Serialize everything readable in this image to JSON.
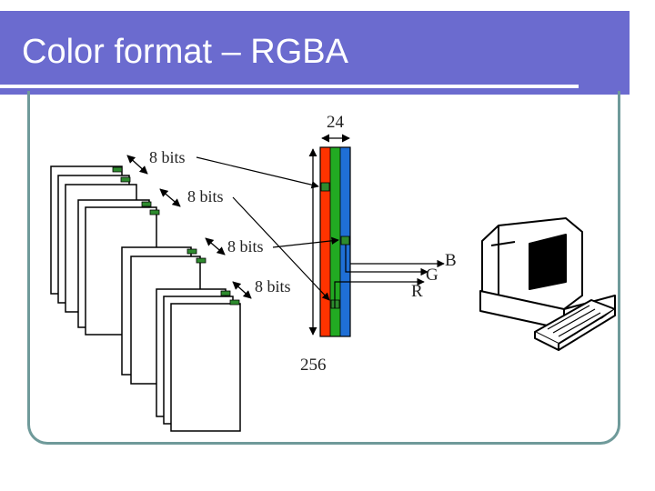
{
  "slide": {
    "title": "Color format – RGBA"
  },
  "diagram": {
    "bits_labels": [
      "8 bits",
      "8 bits",
      "8 bits",
      "8 bits"
    ],
    "width_label": "24",
    "height_label": "256",
    "channel_labels": {
      "b": "B",
      "g": "G",
      "r": "R"
    },
    "colors": {
      "header": "#6b6bcf",
      "frame": "#6f9a9a",
      "red": "#ff3300",
      "green": "#22aa22",
      "blue": "#1f6fd6",
      "page_marker": "#2e8b2e"
    }
  }
}
